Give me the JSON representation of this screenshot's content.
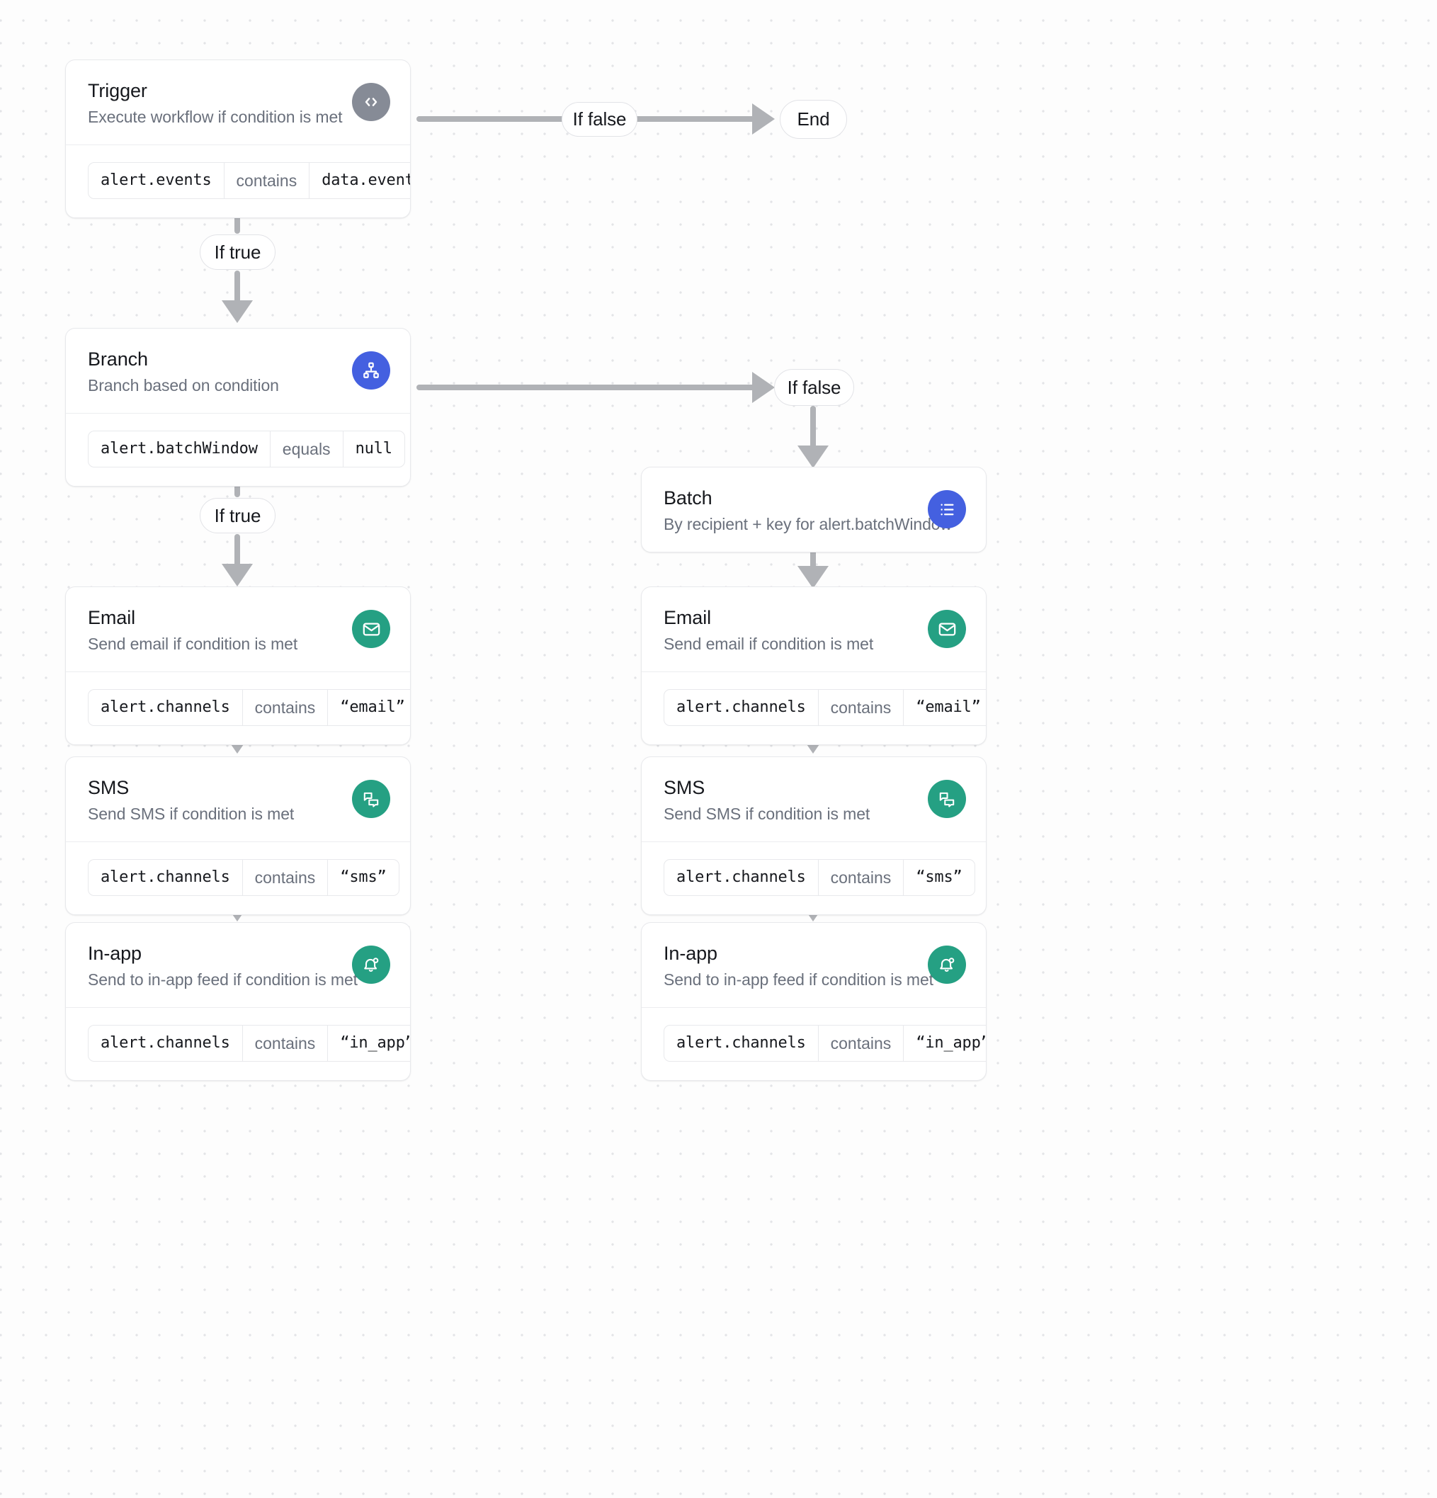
{
  "canvas": {
    "background": "#fdfdfd",
    "dot_color": "#e3e4e7"
  },
  "colors": {
    "trigger_icon": "#868b96",
    "branch_icon": "#4460e0",
    "batch_icon": "#4460e0",
    "channel_icon": "#25a083",
    "connector": "#b0b2b6",
    "title_text": "#16181d",
    "subtitle_text": "#6a707c"
  },
  "nodes": {
    "trigger": {
      "title": "Trigger",
      "subtitle": "Execute workflow if condition is met",
      "icon": "code-icon",
      "condition": {
        "field": "alert.events",
        "operator": "contains",
        "value": "data.event"
      }
    },
    "branch": {
      "title": "Branch",
      "subtitle": "Branch based on condition",
      "icon": "sitemap-icon",
      "condition": {
        "field": "alert.batchWindow",
        "operator": "equals",
        "value": "null"
      }
    },
    "batch": {
      "title": "Batch",
      "subtitle": "By recipient + key for alert.batchWindow",
      "icon": "list-icon"
    },
    "email_left": {
      "title": "Email",
      "subtitle": "Send email if condition is met",
      "icon": "envelope-icon",
      "condition": {
        "field": "alert.channels",
        "operator": "contains",
        "value": "“email”"
      }
    },
    "sms_left": {
      "title": "SMS",
      "subtitle": "Send SMS if condition is met",
      "icon": "chat-bubbles-icon",
      "condition": {
        "field": "alert.channels",
        "operator": "contains",
        "value": "“sms”"
      }
    },
    "inapp_left": {
      "title": "In-app",
      "subtitle": "Send to in-app feed if condition is met",
      "icon": "bell-dot-icon",
      "condition": {
        "field": "alert.channels",
        "operator": "contains",
        "value": "“in_app”"
      }
    },
    "email_right": {
      "title": "Email",
      "subtitle": "Send email if condition is met",
      "icon": "envelope-icon",
      "condition": {
        "field": "alert.channels",
        "operator": "contains",
        "value": "“email”"
      }
    },
    "sms_right": {
      "title": "SMS",
      "subtitle": "Send SMS if condition is met",
      "icon": "chat-bubbles-icon",
      "condition": {
        "field": "alert.channels",
        "operator": "contains",
        "value": "“sms”"
      }
    },
    "inapp_right": {
      "title": "In-app",
      "subtitle": "Send to in-app feed if condition is met",
      "icon": "bell-dot-icon",
      "condition": {
        "field": "alert.channels",
        "operator": "contains",
        "value": "“in_app”"
      }
    }
  },
  "labels": {
    "trigger_false": "If false",
    "trigger_true": "If true",
    "branch_false": "If false",
    "branch_true": "If true",
    "end": "End"
  }
}
